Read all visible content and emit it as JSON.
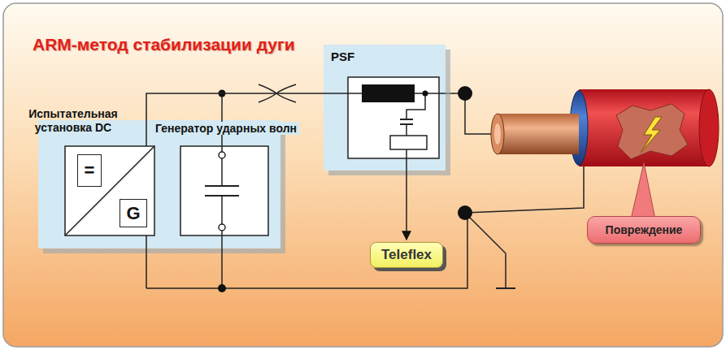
{
  "diagram": {
    "title": "ARM-метод стабилизации дуги",
    "nodes": [
      {
        "text": [
          "Испытательная установка DC",
          "Генератор ударных волн"
        ]
      },
      {
        "text": [
          "="
        ],
        "in": 0
      },
      {
        "text": [
          "G"
        ],
        "in": 0
      },
      {
        "text": [
          "PSF"
        ]
      },
      {
        "text": [
          "Teleflex"
        ]
      },
      {
        "text": [
          "Повреждение"
        ]
      }
    ],
    "edges": [
      {
        "from": 0,
        "to": 3,
        "arrow": "none"
      },
      {
        "from": 3,
        "to": 4,
        "arrow": "to"
      }
    ]
  }
}
